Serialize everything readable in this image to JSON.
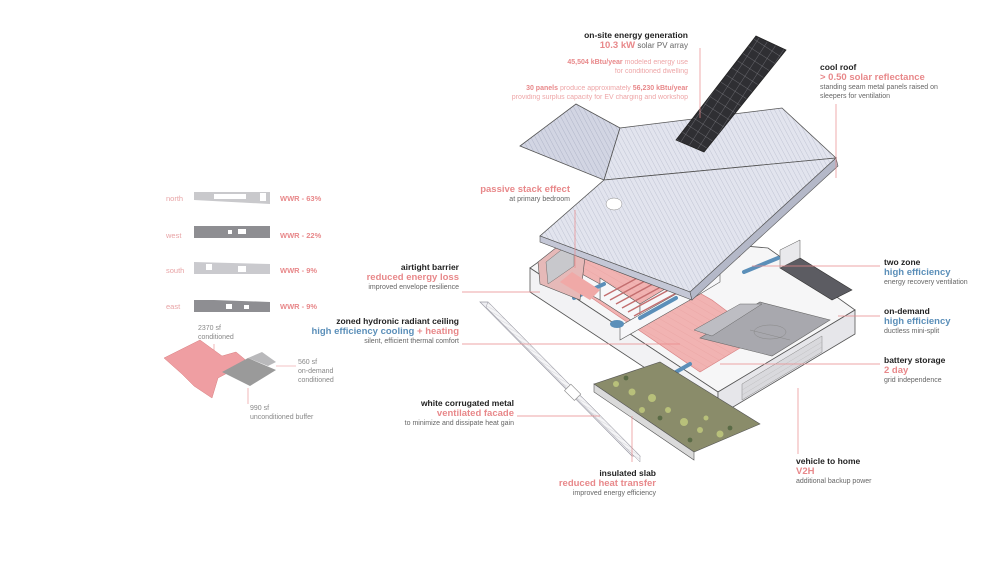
{
  "orientations": [
    {
      "dir": "north",
      "wwr": "WWR - 63%"
    },
    {
      "dir": "west",
      "wwr": "WWR - 22%"
    },
    {
      "dir": "south",
      "wwr": "WWR - 9%"
    },
    {
      "dir": "east",
      "wwr": "WWR - 9%"
    }
  ],
  "plan": {
    "conditioned": [
      "2370 sf",
      "conditioned"
    ],
    "on_demand": [
      "560 sf",
      "on-demand",
      "conditioned"
    ],
    "buffer": [
      "990 sf",
      "unconditioned buffer"
    ]
  },
  "callouts": {
    "energy_gen": {
      "title": "on-site energy generation",
      "value": "10.3 kW",
      "value_note": "solar PV array",
      "modeled_bold": "45,504 kBtu/year",
      "modeled_rest": "modeled energy use",
      "modeled_line2": "for conditioned dwelling",
      "panels_bold": "30 panels",
      "panels_mid": "produce approximately",
      "panels_bold2": "56,230 kBtu/year",
      "panels_line2": "providing surplus capacity for EV charging and workshop"
    },
    "cool_roof": {
      "title": "cool roof",
      "highlight": "> 0.50 solar reflectance",
      "note1": "standing seam metal panels raised on",
      "note2": "sleepers for ventilation"
    },
    "stack": {
      "highlight": "passive stack effect",
      "note": "at primary bedroom"
    },
    "airtight": {
      "title": "airtight barrier",
      "highlight": "reduced energy loss",
      "note": "improved envelope resilience"
    },
    "hydronic": {
      "title": "zoned hydronic radiant ceiling",
      "highlight_blue": "high efficiency cooling",
      "highlight_plus": "+",
      "highlight_pink": "heating",
      "note": "silent, efficient thermal comfort"
    },
    "facade": {
      "title": "white corrugated metal",
      "highlight": "ventilated facade",
      "note": "to minimize and dissipate heat gain"
    },
    "slab": {
      "title": "insulated slab",
      "highlight": "reduced heat transfer",
      "note": "improved energy efficiency"
    },
    "two_zone": {
      "title": "two zone",
      "highlight": "high efficiency",
      "note": "energy recovery ventilation"
    },
    "on_demand": {
      "title": "on-demand",
      "highlight": "high efficiency",
      "note": "ductless mini-split"
    },
    "battery": {
      "title": "battery storage",
      "highlight": "2 day",
      "note": "grid independence"
    },
    "v2h": {
      "title": "vehicle to home",
      "highlight": "V2H",
      "note": "additional backup power"
    }
  },
  "colors": {
    "pink": "#e8888a",
    "blue": "#5b8fb9",
    "dark_text": "#222222",
    "gray_text": "#666666",
    "roof": "#d8dae6",
    "solar": "#2b2b2e",
    "plan_pink": "#ef9ea2",
    "plan_gray": "#9a9a9a"
  }
}
